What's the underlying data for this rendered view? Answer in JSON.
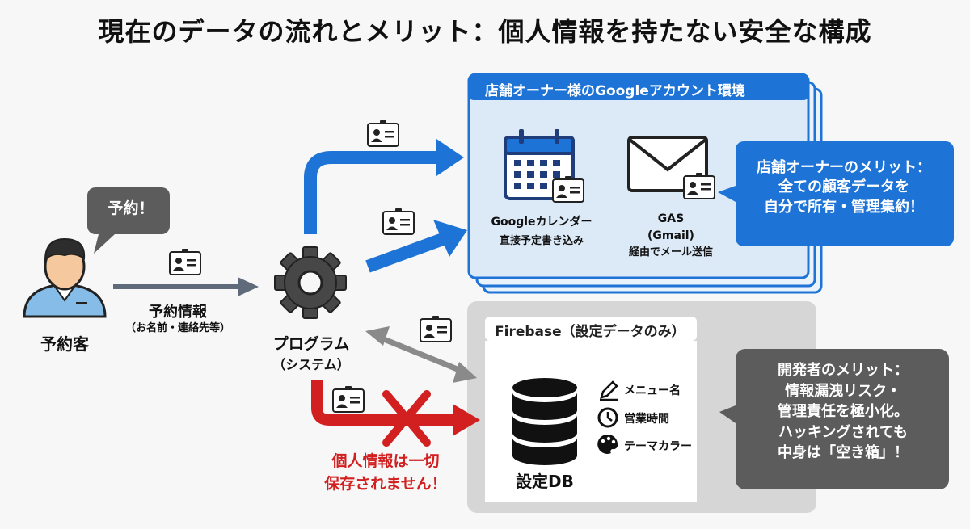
{
  "title": "現在のデータの流れとメリット：個人情報を持たない安全な構成",
  "customer": {
    "speech": "予約！",
    "label": "予約客"
  },
  "input_flow": {
    "label": "予約情報",
    "sublabel": "（お名前・連絡先等）"
  },
  "program": {
    "label": "プログラム",
    "sublabel": "（システム）"
  },
  "google_env": {
    "header": "店舗オーナー様のGoogleアカウント環境",
    "calendar_line1": "Googleカレンダー",
    "calendar_line2": "直接予定書き込み",
    "gas_line1": "GAS",
    "gas_line2": "(Gmail)",
    "gas_line3": "経由でメール送信"
  },
  "owner_merit": {
    "line1": "店舗オーナーのメリット：",
    "line2": "全ての顧客データを",
    "line3": "自分で所有・管理集約！"
  },
  "firebase": {
    "header": "Firebase（設定データのみ）",
    "db_label": "設定DB",
    "items": [
      "メニュー名",
      "営業時間",
      "テーマカラー"
    ]
  },
  "no_personal": {
    "line1": "個人情報は一切",
    "line2": "保存されません！"
  },
  "developer_merit": {
    "line1": "開発者のメリット：",
    "line2": "情報漏洩リスク・",
    "line3": "管理責任を極小化。",
    "line4": "ハッキングされても",
    "line5": "中身は「空き箱」！"
  },
  "colors": {
    "blue": "#1e73d6",
    "blue_light": "#dceaf8",
    "gray_panel": "#d4d4d4",
    "dark_gray": "#5c5c5c",
    "red": "#d21f1f",
    "arrow_gray": "#5f6b7a"
  }
}
